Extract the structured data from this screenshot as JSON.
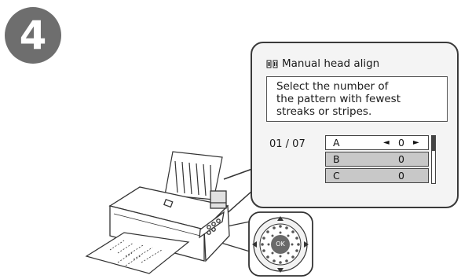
{
  "step": {
    "number": "4"
  },
  "lcd": {
    "title": "Manual head align",
    "message": [
      "Select the number of",
      "the pattern with fewest",
      "streaks or stripes."
    ],
    "page_indicator": "01 / 07",
    "rows": [
      {
        "label": "A",
        "value": "0"
      },
      {
        "label": "B",
        "value": "0"
      },
      {
        "label": "C",
        "value": "0"
      }
    ],
    "left_arrow": "◄",
    "right_arrow": "►"
  },
  "control_wheel": {
    "ok_label": "OK"
  },
  "colors": {
    "step_circle": "#6e6e6e",
    "line": "#333333"
  }
}
